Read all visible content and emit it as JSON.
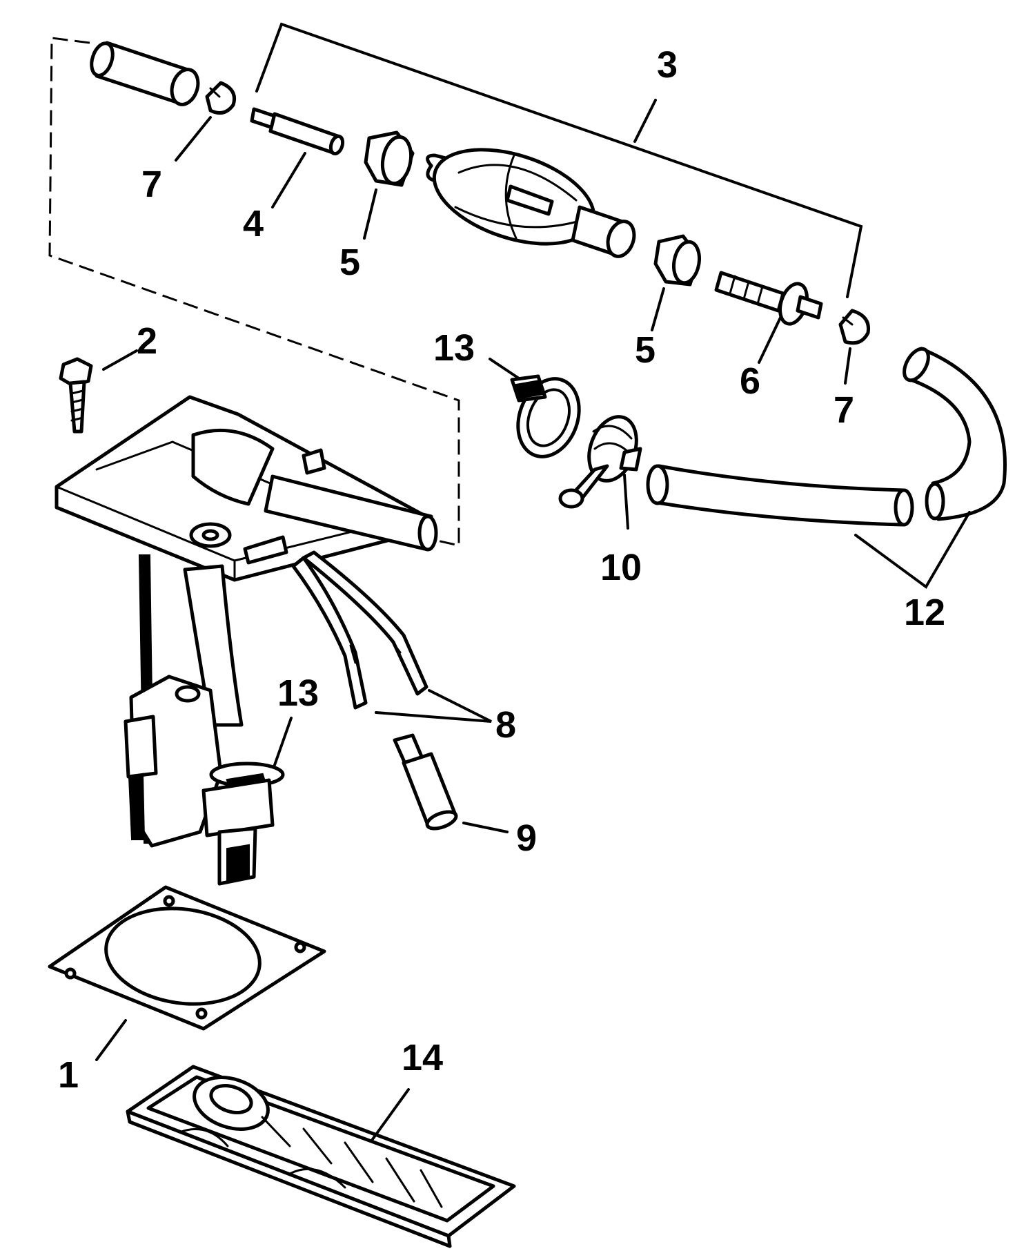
{
  "callouts": {
    "c1": "1",
    "c2": "2",
    "c3": "3",
    "c4": "4",
    "c5a": "5",
    "c5b": "5",
    "c6": "6",
    "c7a": "7",
    "c7b": "7",
    "c8": "8",
    "c9": "9",
    "c10": "10",
    "c12": "12",
    "c13a": "13",
    "c13b": "13",
    "c14": "14"
  }
}
